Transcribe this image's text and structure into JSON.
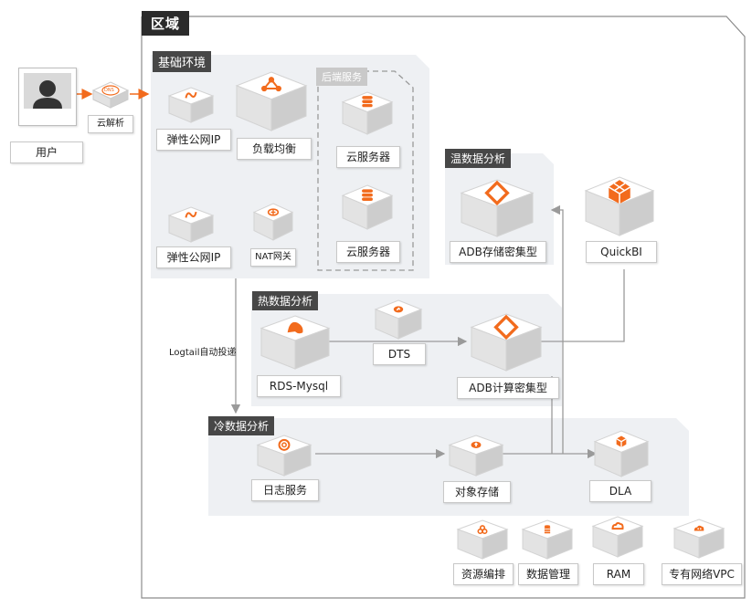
{
  "region": {
    "title": "区域"
  },
  "user": {
    "label": "用户"
  },
  "dns": {
    "badge": "DNS",
    "label": "云解析"
  },
  "groups": {
    "base_env": "基础环境",
    "backend": "后端服务",
    "warm": "温数据分析",
    "hot": "热数据分析",
    "cold": "冷数据分析"
  },
  "nodes": {
    "eip1": "弹性公网IP",
    "slb": "负载均衡",
    "ecs1": "云服务器",
    "ecs2": "云服务器",
    "eip2": "弹性公网IP",
    "nat": "NAT网关",
    "adb_storage": "ADB存储密集型",
    "quickbi": "QuickBI",
    "rds": "RDS-Mysql",
    "dts": "DTS",
    "adb_compute": "ADB计算密集型",
    "log": "日志服务",
    "oss": "对象存储",
    "dla": "DLA",
    "ros": "资源编排",
    "dms": "数据管理",
    "ram": "RAM",
    "vpc": "专有网络VPC"
  },
  "edges": {
    "logtail": "Logtail自动投递"
  },
  "colors": {
    "accent": "#f26b1d",
    "cube_light": "#ffffff",
    "group_bg": "#eef0f3",
    "tag_bg": "#474747",
    "arrow": "#9a9a9a"
  }
}
